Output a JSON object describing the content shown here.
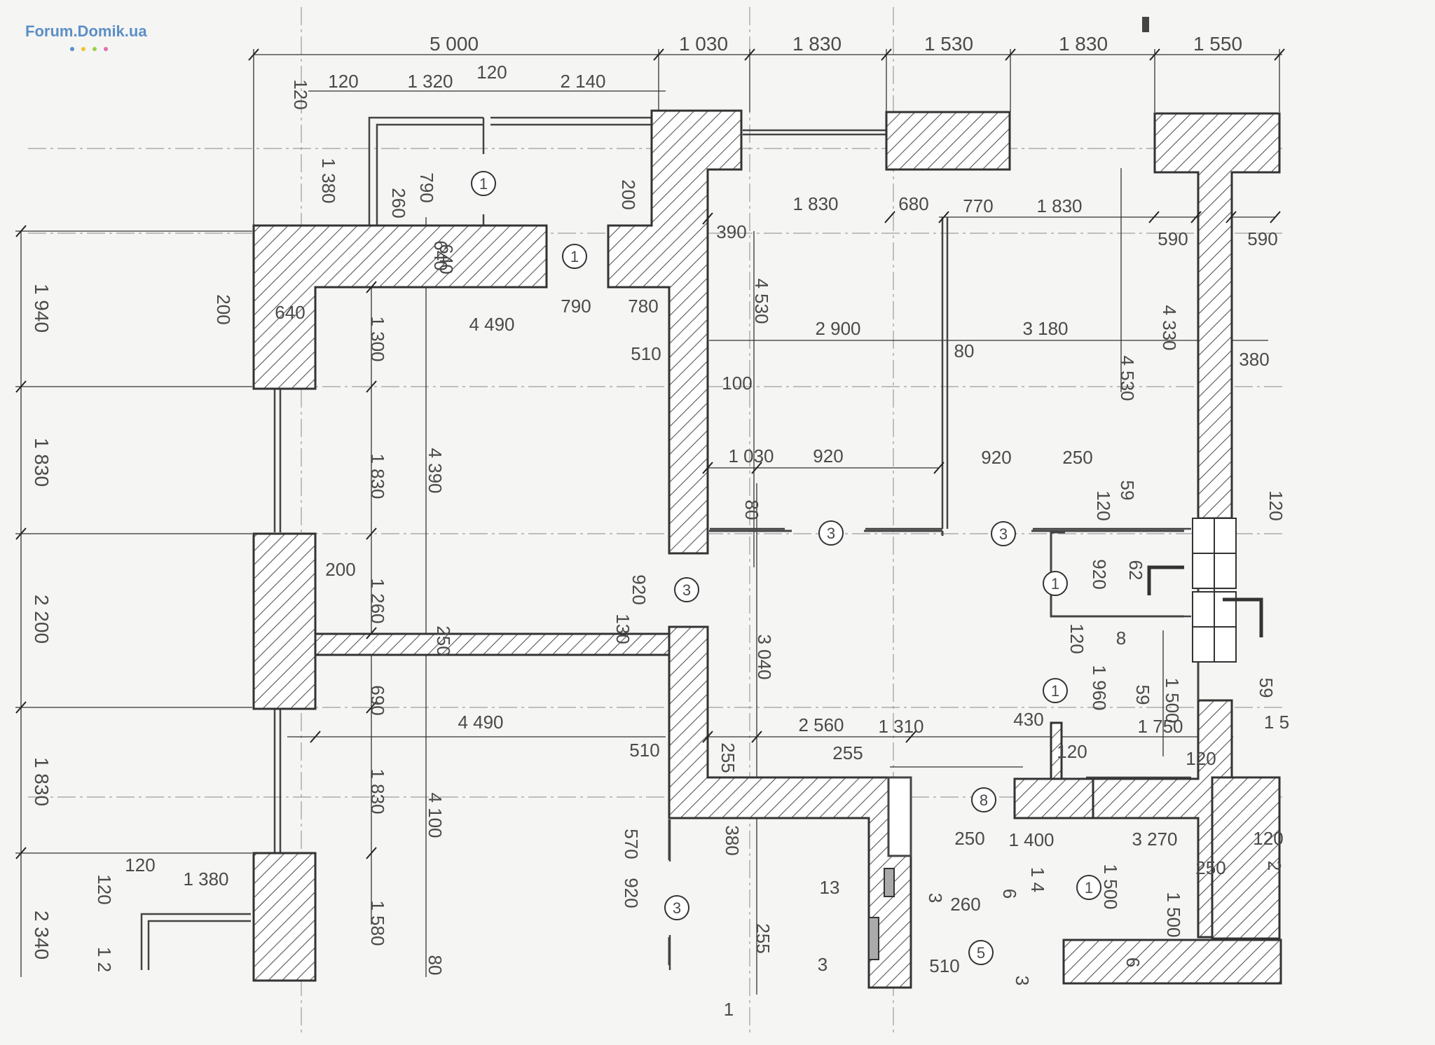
{
  "logo": {
    "text": "Forum.Domik.ua",
    "dot_colors": [
      "#5b8fc7",
      "#f2c230",
      "#9ad04d",
      "#e46fb3"
    ]
  },
  "dimensions_top": [
    "5 000",
    "1 030",
    "1 830",
    "1 530",
    "1 830",
    "1 550"
  ],
  "dimensions_second": [
    "120",
    "1 320",
    "120",
    "2 140"
  ],
  "dimensions_left": [
    "1 940",
    "1 830",
    "2 200",
    "1 830",
    "2 340"
  ],
  "dimensions_inner": [
    "120",
    "1 380",
    "790",
    "260",
    "640",
    "200",
    "640",
    "200",
    "640",
    "1 300",
    "4 490",
    "790",
    "780",
    "510",
    "1 830",
    "4 390",
    "200",
    "1 260",
    "250",
    "130",
    "920",
    "690",
    "4 490",
    "510",
    "1 830",
    "4 100",
    "570",
    "920",
    "1 580",
    "80",
    "120",
    "1 380",
    "120",
    "1 2",
    "1 830",
    "680",
    "770",
    "1 830",
    "390",
    "4 530",
    "2 900",
    "80",
    "3 180",
    "4 530",
    "4 330",
    "590",
    "590",
    "380",
    "100",
    "1 030",
    "920",
    "920",
    "250",
    "59",
    "120",
    "120",
    "80",
    "3 040",
    "62",
    "920",
    "120",
    "8",
    "59",
    "1 960",
    "1 500",
    "59",
    "120",
    "2 560",
    "1 310",
    "430",
    "1 750",
    "255",
    "255",
    "120",
    "380",
    "255",
    "3 270",
    "1 400",
    "120",
    "1 4",
    "1 500",
    "1 500",
    "250",
    "250",
    "3",
    "260",
    "6",
    "13",
    "3",
    "6",
    "510",
    "3",
    "2",
    "1 5",
    "1"
  ],
  "markers": [
    "1",
    "1",
    "3",
    "3",
    "3",
    "1",
    "1",
    "8",
    "3",
    "1",
    "5"
  ]
}
